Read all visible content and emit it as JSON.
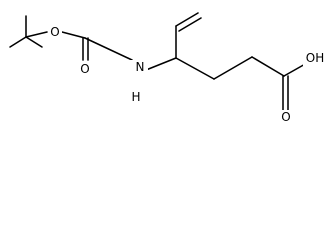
{
  "molecule": {
    "atoms": {
      "o_ester": "O",
      "o_carbamate": "O",
      "n_amide": "N",
      "h_amide": "H",
      "o_hydroxyl": "OH",
      "o_acid": "O"
    },
    "colors": {
      "bond": "#000000",
      "label": "#000000",
      "background": "#ffffff"
    }
  }
}
